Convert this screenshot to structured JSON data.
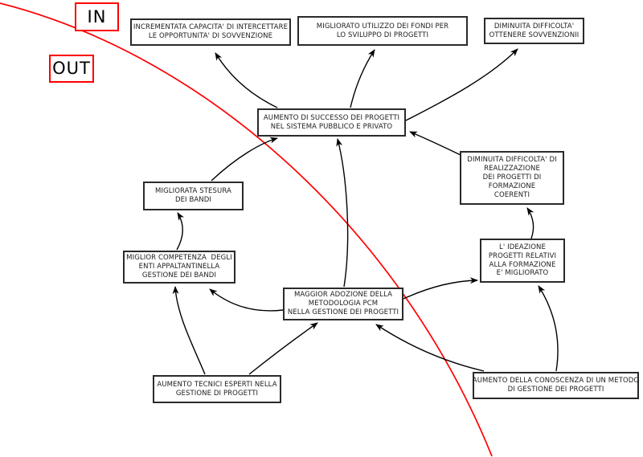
{
  "labels": {
    "in": "IN",
    "out": "OUT"
  },
  "colors": {
    "boundary_red": "#ff0000",
    "edge_black": "#000000",
    "node_border": "#2a2a2a"
  },
  "nodes": {
    "incrementata": {
      "text": "INCREMENTATA CAPACITA' DI INTERCETTARE\nLE OPPORTUNITA' DI SOVVENZIONE"
    },
    "migliorato_utilizzo": {
      "text": "MIGLIORATO UTILIZZO DEI FONDI PER\nLO SVILUPPO DI PROGETTI"
    },
    "diminuita_sovvenzioni": {
      "text": "DIMINUITA DIFFICOLTA'\nOTTENERE SOVVENZIONII"
    },
    "aumento_successo": {
      "text": "AUMENTO DI SUCCESSO DEI PROGETTI\nNEL SISTEMA PUBBLICO E PRIVATO"
    },
    "diminuita_realizzazione": {
      "text": "DIMINUITA DIFFICOLTA' DI\nREALIZZAZIONE\nDEI PROGETTI DI\nFORMAZIONE\nCOERENTI"
    },
    "migliorata_stesura": {
      "text": "MIGLIORATA STESURA\nDEI BANDI"
    },
    "miglior_competenza": {
      "text": "MIGLIOR COMPETENZA  DEGLI\nENTI APPALTANTINELLA\nGESTIONE DEI BANDI"
    },
    "ideazione": {
      "text": "L' IDEAZIONE\nPROGETTI RELATIVI\nALLA FORMAZIONE\nE' MIGLIORATO"
    },
    "maggior_adozione": {
      "text": "MAGGIOR ADOZIONE DELLA\nMETODOLOGIA PCM\nNELLA GESTIONE DEI PROGETTI"
    },
    "aumento_tecnici": {
      "text": "AUMENTO TECNICI ESPERTI NELLA\nGESTIONE DI PROGETTI"
    },
    "aumento_conoscenza": {
      "text": "AUMENTO DELLA CONOSCENZA DI UN METODO\nDI GESTIONE DEI PROGETTI"
    }
  },
  "edges": [
    {
      "from": "aumento_successo",
      "to": "incrementata"
    },
    {
      "from": "aumento_successo",
      "to": "migliorato_utilizzo"
    },
    {
      "from": "aumento_successo",
      "to": "diminuita_sovvenzioni"
    },
    {
      "from": "diminuita_realizzazione",
      "to": "aumento_successo"
    },
    {
      "from": "migliorata_stesura",
      "to": "aumento_successo"
    },
    {
      "from": "maggior_adozione",
      "to": "aumento_successo"
    },
    {
      "from": "miglior_competenza",
      "to": "migliorata_stesura"
    },
    {
      "from": "maggior_adozione",
      "to": "miglior_competenza"
    },
    {
      "from": "maggior_adozione",
      "to": "ideazione"
    },
    {
      "from": "ideazione",
      "to": "diminuita_realizzazione"
    },
    {
      "from": "aumento_tecnici",
      "to": "miglior_competenza"
    },
    {
      "from": "aumento_tecnici",
      "to": "maggior_adozione"
    },
    {
      "from": "aumento_conoscenza",
      "to": "maggior_adozione"
    },
    {
      "from": "aumento_conoscenza",
      "to": "ideazione"
    }
  ]
}
